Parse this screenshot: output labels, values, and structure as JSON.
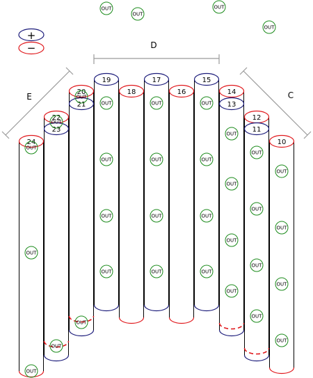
{
  "colors": {
    "positive": "#1b1b7a",
    "negative": "#e0181c",
    "outlet": "#1a8a1a",
    "line": "#000000",
    "bracket": "#9a9a9a"
  },
  "legend": {
    "positive_symbol": "+",
    "negative_symbol": "−"
  },
  "segments": {
    "left": "E",
    "middle": "D",
    "right": "C"
  },
  "outlet_label": "OUT",
  "columns": [
    {
      "label": "24",
      "top_pole": "negative",
      "bottom_pole": "negative",
      "bottom_dashed": false
    },
    {
      "label": "22",
      "label2": "23",
      "top_pole": "negative",
      "second_pole": "positive",
      "bottom_pole": "positive",
      "bottom_dashed": false
    },
    {
      "label": "20",
      "label2": "21",
      "top_pole": "negative",
      "second_pole": "positive",
      "bottom_pole": "positive",
      "bottom_dashed": false
    },
    {
      "label": "19",
      "top_pole": "positive",
      "bottom_pole": "positive",
      "bottom_dashed": false
    },
    {
      "label": "18",
      "top_pole": "negative",
      "bottom_pole": "negative",
      "bottom_dashed": false
    },
    {
      "label": "17",
      "top_pole": "positive",
      "bottom_pole": "positive",
      "bottom_dashed": false
    },
    {
      "label": "16",
      "top_pole": "negative",
      "bottom_pole": "negative",
      "bottom_dashed": false
    },
    {
      "label": "15",
      "top_pole": "positive",
      "bottom_pole": "positive",
      "bottom_dashed": false
    },
    {
      "label": "14",
      "label2": "13",
      "top_pole": "negative",
      "second_pole": "positive",
      "bottom_pole": "positive",
      "bottom_dashed": true
    },
    {
      "label": "12",
      "label2": "11",
      "top_pole": "negative",
      "second_pole": "positive",
      "bottom_pole": "positive",
      "bottom_dashed": true
    },
    {
      "label": "10",
      "top_pole": "negative",
      "bottom_pole": "negative",
      "bottom_dashed": false
    }
  ]
}
